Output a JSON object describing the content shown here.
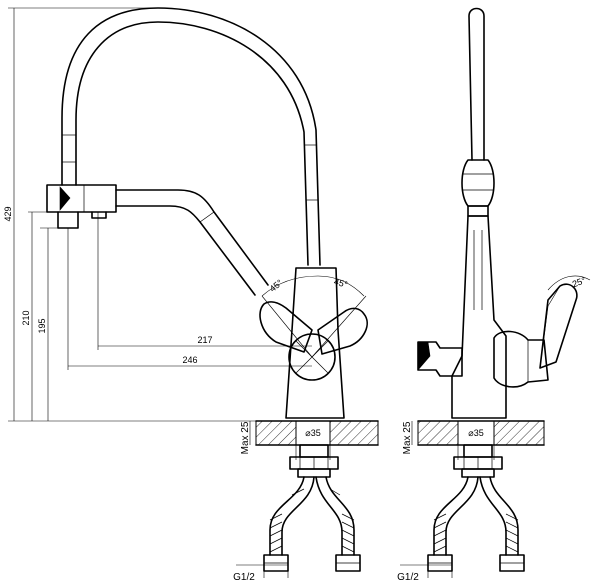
{
  "dimensions": {
    "height_total": "429",
    "height_spout_outlet": "210",
    "height_spout_body": "195",
    "reach_short": "217",
    "reach_long": "246",
    "angle_left": "45°",
    "angle_right": "45°",
    "angle_side": "25°",
    "hole_diameter_front": "⌀35",
    "hole_diameter_side": "⌀35",
    "max_deck_front": "Max 25",
    "max_deck_side": "Max 25",
    "thread_front": "G1/2",
    "thread_side": "G1/2"
  }
}
